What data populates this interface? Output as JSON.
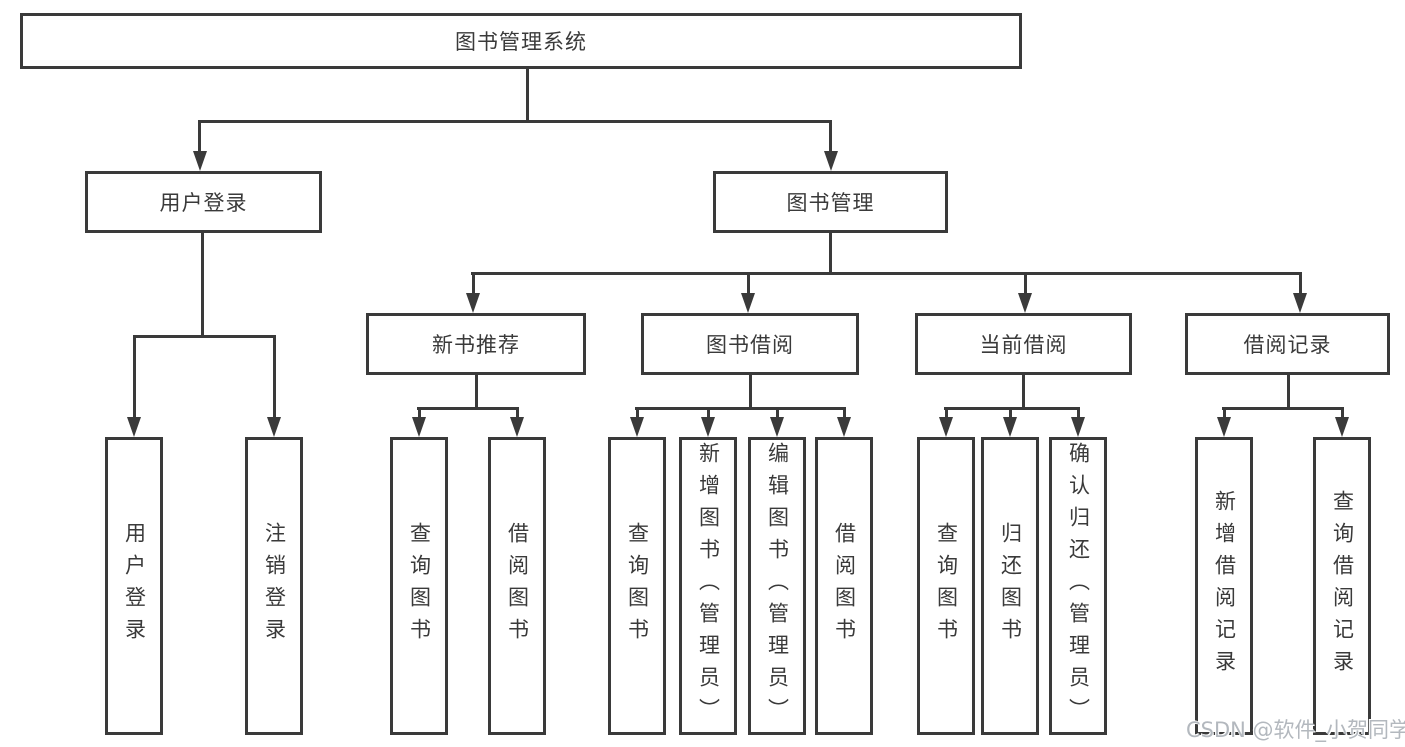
{
  "tree": {
    "label": "图书管理系统",
    "children": [
      {
        "label": "用户登录",
        "children": [
          {
            "label": "用户登录"
          },
          {
            "label": "注销登录"
          }
        ]
      },
      {
        "label": "图书管理",
        "children": [
          {
            "label": "新书推荐",
            "children": [
              {
                "label": "查询图书"
              },
              {
                "label": "借阅图书"
              }
            ]
          },
          {
            "label": "图书借阅",
            "children": [
              {
                "label": "查询图书"
              },
              {
                "label": "新增图书（管理员）"
              },
              {
                "label": "编辑图书（管理员）"
              },
              {
                "label": "借阅图书"
              }
            ]
          },
          {
            "label": "当前借阅",
            "children": [
              {
                "label": "查询图书"
              },
              {
                "label": "归还图书"
              },
              {
                "label": "确认归还（管理员）"
              }
            ]
          },
          {
            "label": "借阅记录",
            "children": [
              {
                "label": "新增借阅记录"
              },
              {
                "label": "查询借阅记录"
              }
            ]
          }
        ]
      }
    ]
  },
  "watermark": {
    "text": "CSDN @软件_小贺同学"
  },
  "colors": {
    "line": "#3a3a3a",
    "text": "#3a3a3a",
    "background": "#ffffff",
    "watermark": "#b3b8be"
  }
}
